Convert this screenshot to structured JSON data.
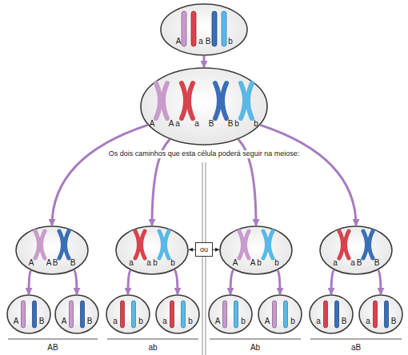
{
  "diagram": {
    "nodes": [
      {
        "text": [
          "A",
          "a",
          "B",
          "b"
        ]
      },
      {
        "text": [
          "A",
          "A",
          "a",
          "a",
          "B",
          "B",
          "b",
          "b"
        ]
      },
      {
        "text": [
          "A",
          "A",
          "B",
          "B"
        ]
      },
      {
        "text": [
          "a",
          "a",
          "b",
          "b"
        ]
      },
      {
        "text": [
          "ou"
        ]
      },
      {
        "text": [
          "A",
          "A",
          "b",
          "b"
        ]
      },
      {
        "text": [
          "a",
          "a",
          "B",
          "B"
        ]
      },
      {
        "text": [
          "A",
          "B"
        ]
      },
      {
        "text": [
          "A",
          "B"
        ]
      },
      {
        "text": [
          "a",
          "b"
        ]
      },
      {
        "text": [
          "a",
          "b"
        ]
      },
      {
        "text": [
          "A",
          "b"
        ]
      },
      {
        "text": [
          "A",
          "b"
        ]
      },
      {
        "text": [
          "a",
          "B"
        ]
      },
      {
        "text": [
          "a",
          "B"
        ]
      }
    ],
    "edges": [
      {
        "from": 0,
        "to": 1,
        "arrow": "to"
      },
      {
        "from": 1,
        "to": 2,
        "arrow": "to"
      },
      {
        "from": 1,
        "to": 3,
        "arrow": "to"
      },
      {
        "from": 1,
        "to": 5,
        "arrow": "to"
      },
      {
        "from": 1,
        "to": 6,
        "arrow": "to"
      },
      {
        "from": 2,
        "to": 7,
        "arrow": "to"
      },
      {
        "from": 2,
        "to": 8,
        "arrow": "to"
      },
      {
        "from": 3,
        "to": 9,
        "arrow": "to"
      },
      {
        "from": 3,
        "to": 10,
        "arrow": "to"
      },
      {
        "from": 5,
        "to": 11,
        "arrow": "to"
      },
      {
        "from": 5,
        "to": 12,
        "arrow": "to"
      },
      {
        "from": 6,
        "to": 13,
        "arrow": "to"
      },
      {
        "from": 6,
        "to": 14,
        "arrow": "to"
      },
      {
        "from": 4,
        "to": 3,
        "arrow": "to"
      },
      {
        "from": 4,
        "to": 5,
        "arrow": "to"
      }
    ],
    "labels": [
      "Os dois caminhos que esta célula poderá seguir na meiose:",
      "AB",
      "ab",
      "Ab",
      "aB"
    ]
  }
}
